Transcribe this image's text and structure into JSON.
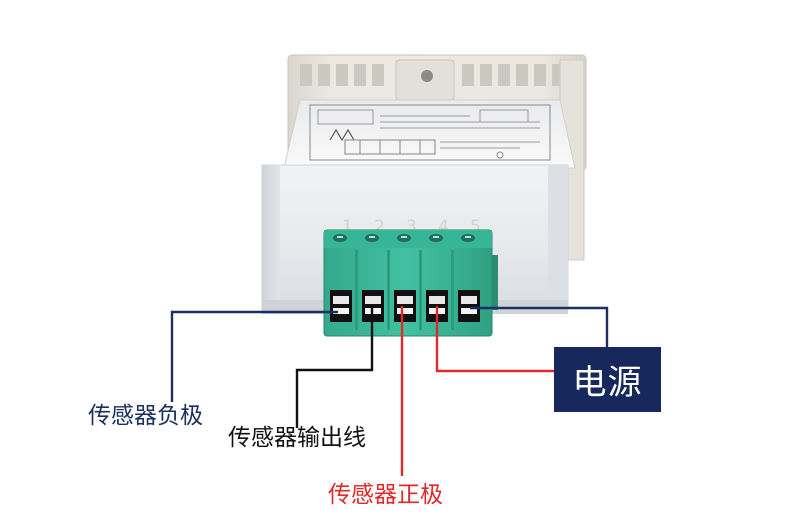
{
  "colors": {
    "background": "#ffffff",
    "terminal_green": "#3cb89a",
    "negative_wire": "#1c2f63",
    "output_wire": "#111111",
    "positive_wire": "#e02a2a",
    "power_box": "#17285c",
    "power_text": "#ffffff"
  },
  "terminal_numbers": [
    "1",
    "2",
    "3",
    "4",
    "5"
  ],
  "labels": {
    "power": "电源",
    "sensor_negative": "传感器负极",
    "sensor_output": "传感器输出线",
    "sensor_positive": "传感器正极"
  }
}
